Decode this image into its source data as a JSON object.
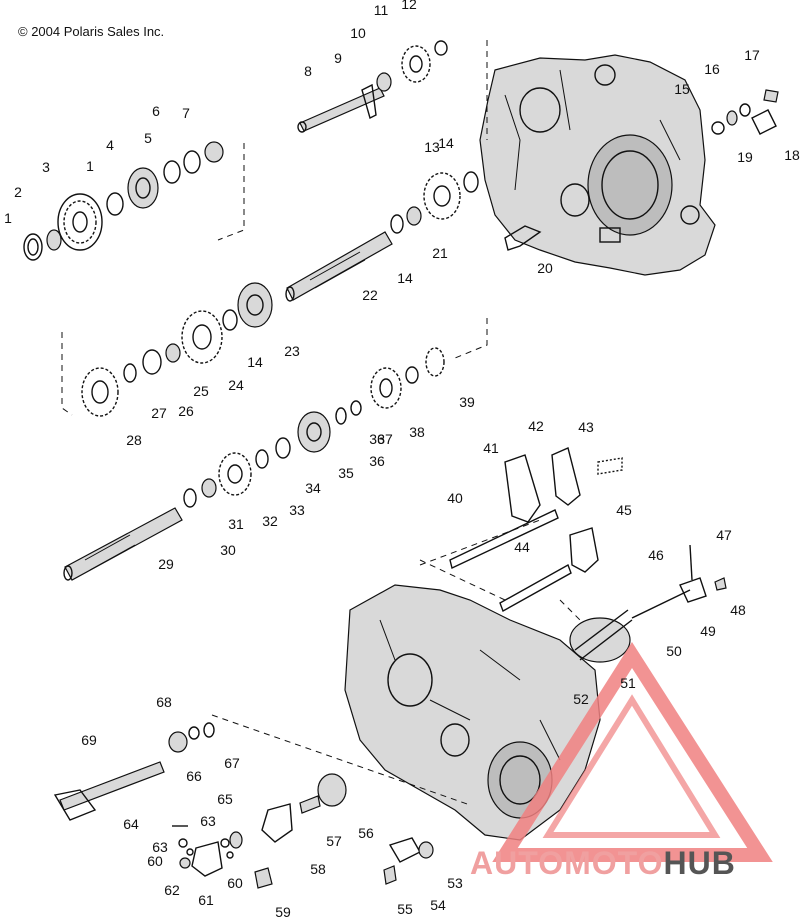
{
  "copyright": "© 2004 Polaris Sales Inc.",
  "watermark": {
    "part1": "AUTOMOTO",
    "part2": "HUB",
    "accent": "#f08080",
    "dark": "#555555"
  },
  "callouts": [
    "1",
    "2",
    "3",
    "1",
    "4",
    "5",
    "6",
    "7",
    "8",
    "9",
    "10",
    "11",
    "12",
    "13",
    "14",
    "15",
    "16",
    "17",
    "18",
    "19",
    "20",
    "21",
    "22",
    "14",
    "14",
    "23",
    "24",
    "25",
    "26",
    "27",
    "28",
    "29",
    "30",
    "31",
    "32",
    "33",
    "34",
    "35",
    "36",
    "37",
    "38",
    "36",
    "39",
    "40",
    "41",
    "42",
    "43",
    "44",
    "45",
    "46",
    "47",
    "48",
    "49",
    "50",
    "51",
    "52",
    "53",
    "54",
    "55",
    "56",
    "57",
    "58",
    "59",
    "60",
    "60",
    "61",
    "62",
    "63",
    "63",
    "64",
    "65",
    "66",
    "67",
    "68",
    "69"
  ]
}
